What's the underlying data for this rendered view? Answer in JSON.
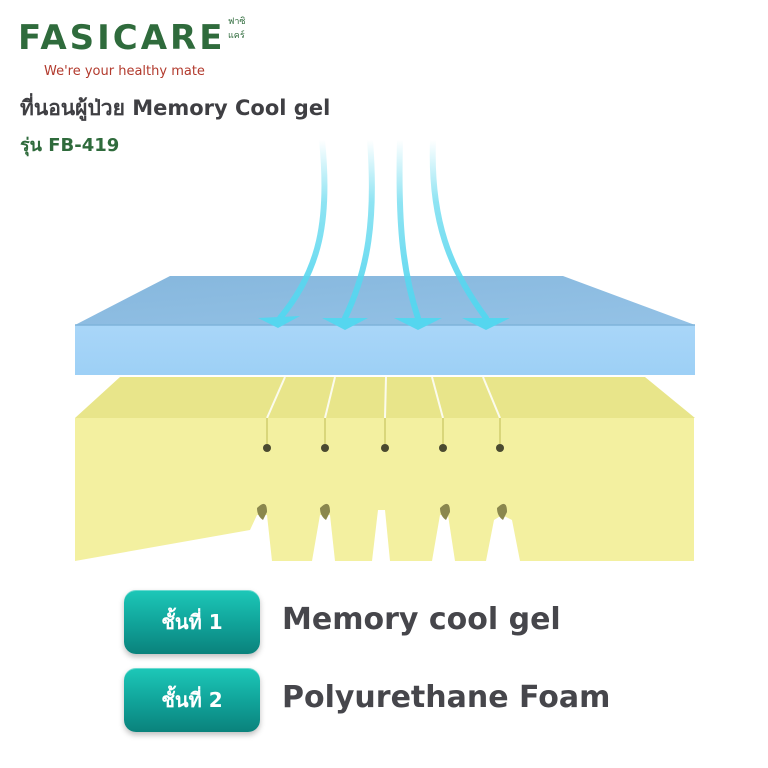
{
  "brand": {
    "name": "FASICARE",
    "thai_name": "ฟาซิแคร์",
    "tagline": "We're your healthy mate",
    "color": "#2f6b3c",
    "tagline_color": "#b23a2d"
  },
  "product": {
    "title": "ที่นอนผู้ป่วย Memory Cool gel",
    "model": "รุ่น FB-419"
  },
  "illustration": {
    "top_layer_color": "#9cc7e8",
    "bottom_layer_color": "#f0ec9a",
    "airflow_color": "#5ed8ee",
    "icons": [
      "airflow-arrow-icon",
      "airflow-arrow-icon",
      "airflow-arrow-icon",
      "airflow-arrow-icon"
    ]
  },
  "legend": [
    {
      "badge": "ชั้นที่ 1",
      "label": "Memory cool gel"
    },
    {
      "badge": "ชั้นที่ 2",
      "label": "Polyurethane Foam"
    }
  ]
}
